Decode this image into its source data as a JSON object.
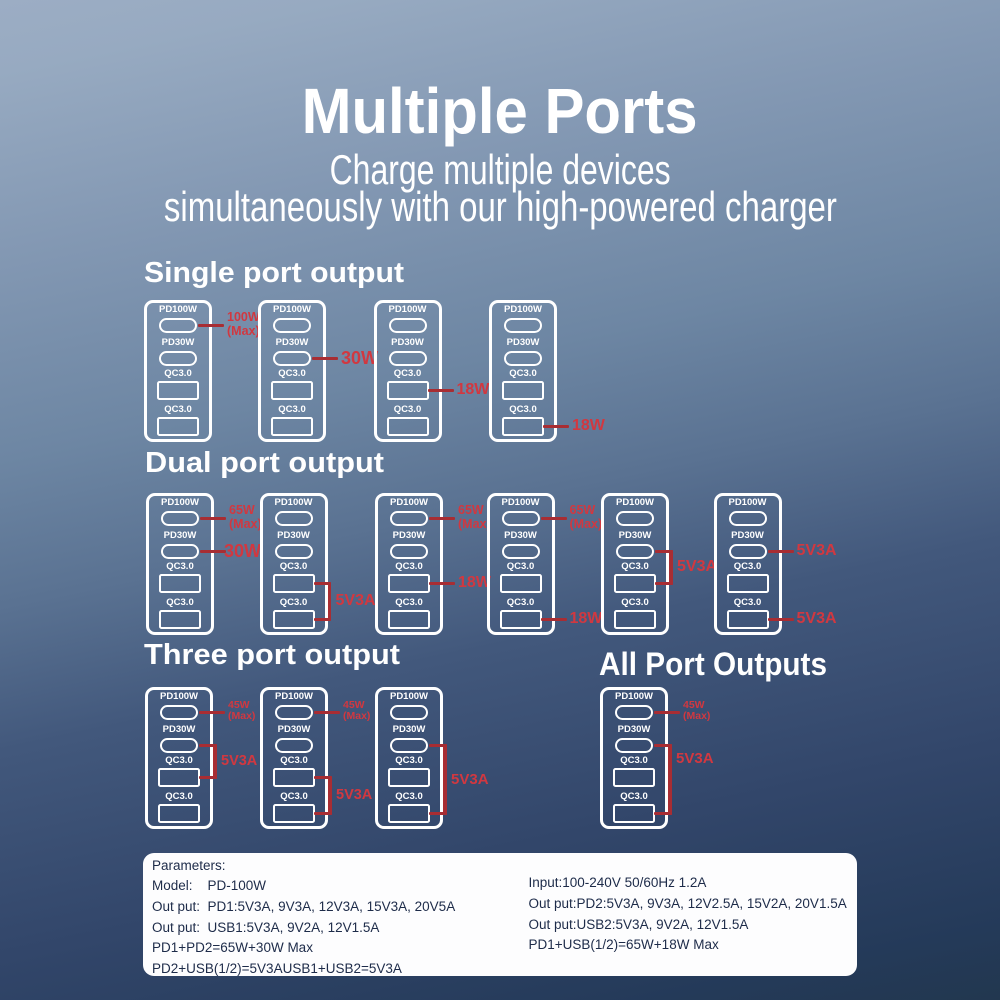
{
  "colors": {
    "background_top": "#97aac1",
    "background_bottom": "#22374f",
    "foreground": "#ffffff",
    "accent_red": "#d13840",
    "line_red": "#a82d33",
    "panel_bg": "#fdfdfe",
    "panel_text": "#1d2b49"
  },
  "header": {
    "title": "Multiple Ports",
    "subtitle_line1": "Charge multiple devices",
    "subtitle_line2": "simultaneously with our high-powered charger"
  },
  "sections": [
    {
      "id": "single",
      "label": "Single port output"
    },
    {
      "id": "dual",
      "label": "Dual port output"
    },
    {
      "id": "three",
      "label": "Three port output"
    },
    {
      "id": "all",
      "label": "All Port Outputs"
    }
  ],
  "port_labels": [
    "PD100W",
    "PD30W",
    "QC3.0",
    "QC3.0"
  ],
  "chargers": [
    {
      "section": "single",
      "col": 0,
      "annotations": [
        {
          "type": "line",
          "port": 0,
          "label": "100W",
          "sublabel": "(Max)",
          "size": "md"
        }
      ]
    },
    {
      "section": "single",
      "col": 1,
      "annotations": [
        {
          "type": "line",
          "port": 1,
          "label": "30W",
          "size": "xl"
        }
      ]
    },
    {
      "section": "single",
      "col": 2,
      "annotations": [
        {
          "type": "line",
          "port": 2,
          "label": "18W",
          "size": "lg"
        }
      ]
    },
    {
      "section": "single",
      "col": 3,
      "annotations": [
        {
          "type": "line",
          "port": 3,
          "label": "18W",
          "size": "lg"
        }
      ]
    },
    {
      "section": "dual",
      "col": 0,
      "annotations": [
        {
          "type": "line",
          "port": 0,
          "label": "65W",
          "sublabel": "(Max)",
          "size": "md"
        },
        {
          "type": "line",
          "port": 1,
          "label": "30W",
          "size": "xl"
        }
      ]
    },
    {
      "section": "dual",
      "col": 1,
      "annotations": [
        {
          "type": "bracket",
          "ports": [
            2,
            3
          ],
          "label": "5V3A",
          "size": "lg"
        }
      ]
    },
    {
      "section": "dual",
      "col": 2,
      "annotations": [
        {
          "type": "line",
          "port": 0,
          "label": "65W",
          "sublabel": "(Max)",
          "size": "md"
        },
        {
          "type": "line",
          "port": 2,
          "label": "18W",
          "size": "lg"
        }
      ]
    },
    {
      "section": "dual",
      "col": 3,
      "annotations": [
        {
          "type": "line",
          "port": 0,
          "label": "65W",
          "sublabel": "(Max)",
          "size": "md"
        },
        {
          "type": "line",
          "port": 3,
          "label": "18W",
          "size": "lg"
        }
      ]
    },
    {
      "section": "dual",
      "col": 4,
      "annotations": [
        {
          "type": "bracket",
          "ports": [
            1,
            2
          ],
          "label": "5V3A",
          "size": "lg"
        }
      ]
    },
    {
      "section": "dual",
      "col": 5,
      "annotations": [
        {
          "type": "line",
          "port": 1,
          "label": "5V3A",
          "size": "lg"
        },
        {
          "type": "line",
          "port": 3,
          "label": "5V3A",
          "size": "lg"
        }
      ]
    },
    {
      "section": "three",
      "col": 0,
      "annotations": [
        {
          "type": "line",
          "port": 0,
          "label": "45W",
          "sublabel": "(Max)",
          "size": "sm"
        },
        {
          "type": "bracket",
          "ports": [
            1,
            2
          ],
          "label": "5V3A",
          "size": "md2"
        }
      ]
    },
    {
      "section": "three",
      "col": 1,
      "annotations": [
        {
          "type": "line",
          "port": 0,
          "label": "45W",
          "sublabel": "(Max)",
          "size": "sm"
        },
        {
          "type": "bracket",
          "ports": [
            2,
            3
          ],
          "label": "5V3A",
          "size": "md2"
        }
      ]
    },
    {
      "section": "three",
      "col": 2,
      "annotations": [
        {
          "type": "bracket",
          "ports": [
            1,
            3
          ],
          "label": "5V3A",
          "size": "lg2"
        }
      ]
    },
    {
      "section": "all",
      "col": 0,
      "annotations": [
        {
          "type": "line",
          "port": 0,
          "label": "45W",
          "sublabel": "(Max)",
          "size": "sm"
        },
        {
          "type": "bracket",
          "ports": [
            1,
            3
          ],
          "label": "5V3A",
          "size": "lg2"
        }
      ]
    }
  ],
  "parameters": {
    "heading": "Parameters:",
    "left_lines": [
      "Model:    PD-100W",
      "Out put:  PD1:5V3A, 9V3A, 12V3A, 15V3A, 20V5A",
      "Out put:  USB1:5V3A, 9V2A, 12V1.5A",
      "PD1+PD2=65W+30W Max",
      "PD2+USB(1/2)=5V3AUSB1+USB2=5V3A"
    ],
    "right_lines": [
      "Input:100-240V 50/60Hz 1.2A",
      "Out put:PD2:5V3A, 9V3A, 12V2.5A, 15V2A, 20V1.5A",
      "Out put:USB2:5V3A, 9V2A, 12V1.5A",
      "PD1+USB(1/2)=65W+18W Max"
    ]
  }
}
